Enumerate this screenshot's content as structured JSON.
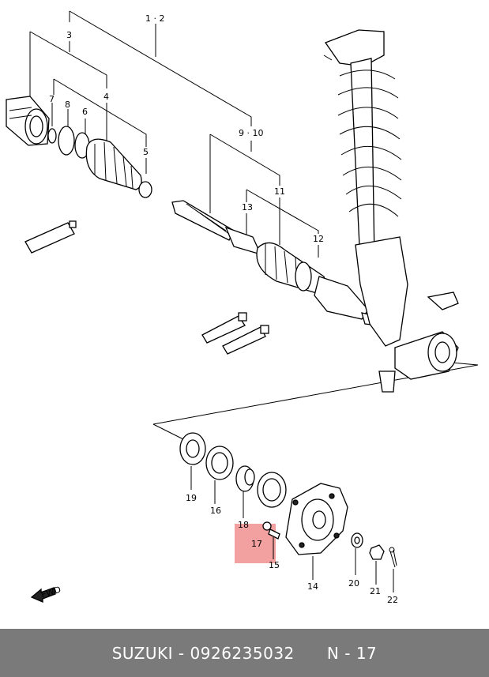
{
  "callouts": [
    {
      "id": "c1",
      "text": "1 · 2"
    },
    {
      "id": "c3",
      "text": "3"
    },
    {
      "id": "c4",
      "text": "4"
    },
    {
      "id": "c5",
      "text": "5"
    },
    {
      "id": "c6",
      "text": "6"
    },
    {
      "id": "c7",
      "text": "7"
    },
    {
      "id": "c8",
      "text": "8"
    },
    {
      "id": "c9",
      "text": "9 · 10"
    },
    {
      "id": "c11",
      "text": "11"
    },
    {
      "id": "c12",
      "text": "12"
    },
    {
      "id": "c13",
      "text": "13"
    },
    {
      "id": "c14",
      "text": "14"
    },
    {
      "id": "c15",
      "text": "15"
    },
    {
      "id": "c16",
      "text": "16"
    },
    {
      "id": "c17",
      "text": "17"
    },
    {
      "id": "c18",
      "text": "18"
    },
    {
      "id": "c19",
      "text": "19"
    },
    {
      "id": "c20",
      "text": "20"
    },
    {
      "id": "c21",
      "text": "21"
    },
    {
      "id": "c22",
      "text": "22"
    }
  ],
  "highlight": {
    "part": "17",
    "color": "#f2a0a0"
  },
  "fwd_arrow": {
    "text": "FWD"
  },
  "footer": {
    "brand": "SUZUKI",
    "part_number": "0926235032",
    "page_ref": "N - 17"
  }
}
